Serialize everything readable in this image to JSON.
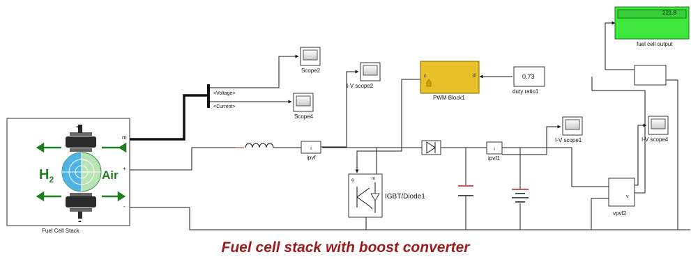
{
  "caption": "Fuel cell stack with boost converter",
  "blocks": {
    "fuel_cell_stack": {
      "label": "Fuel Cell Stack",
      "port_m": "m",
      "port_plus": "+",
      "port_minus": "-",
      "symbol_plus": "+",
      "symbol_minus": "-",
      "h2": "H",
      "h2_sub": "2",
      "air": "Air"
    },
    "bus_selector": {
      "out1": "<Voltage>",
      "out2": "<Current>"
    },
    "scope2": {
      "label": "Scope2"
    },
    "scope4": {
      "label": "Scope4"
    },
    "iv_scope2": {
      "label": "I-V scope2"
    },
    "pwm_block": {
      "label": "PWM Block1",
      "port_in": "d",
      "port_out": "c"
    },
    "duty_ratio": {
      "label": "duty ratio1",
      "value": "0.73"
    },
    "ipvf": {
      "label": "ipvf"
    },
    "igbt": {
      "label": "IGBT/Diode1"
    },
    "ipvf1": {
      "label": "ipvf1"
    },
    "iv_scope1": {
      "label": "I-V scope1"
    },
    "iv_scope4": {
      "label": "I-V scope4"
    },
    "vpvf2": {
      "label": "vpvf2",
      "port_v": "v"
    },
    "fuel_cell_output": {
      "label": "fuel cell output",
      "value": "221.8"
    }
  },
  "colors": {
    "wire": "#1a1a1a",
    "pwm_fill": "#e8c02a",
    "display_fill": "#3ee63e",
    "caption": "#9b1c1c",
    "arrow_green": "#1e7d1e",
    "h2_blue": "#4fb3e6"
  }
}
